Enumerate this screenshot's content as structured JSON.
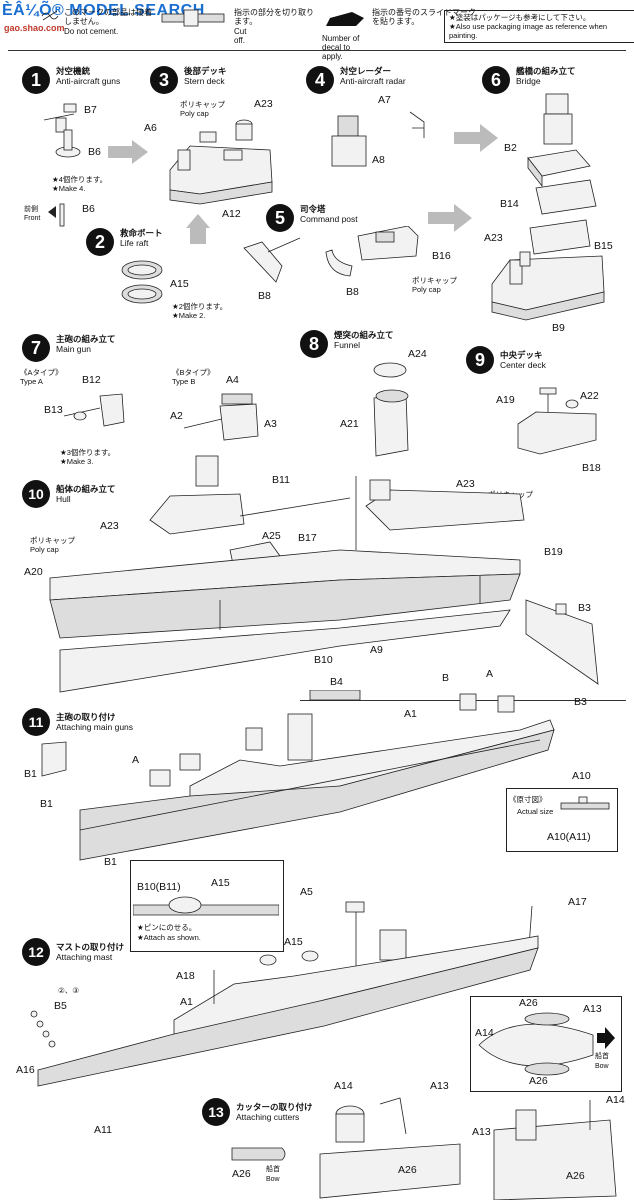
{
  "watermark": {
    "brand": "ÈÂ¼Õ® MODEL SEARCH",
    "site": "gao.shao.com"
  },
  "legend": [
    {
      "jp": "このマークの部品は接着しません。",
      "en": "Do not cement."
    },
    {
      "jp": "指示の部分を切り取ります。",
      "en": "Cut off."
    },
    {
      "jp": "指示の番号のスライドマークを貼ります。",
      "en": "Number of decal to apply."
    }
  ],
  "note": {
    "jp": "★塗装はパッケージも参考にして下さい。",
    "en": "★Also use packaging image as reference when painting."
  },
  "steps": [
    {
      "num": "1",
      "jp": "対空機銃",
      "en": "Anti-aircraft guns"
    },
    {
      "num": "2",
      "jp": "救命ボート",
      "en": "Life raft"
    },
    {
      "num": "3",
      "jp": "後部デッキ",
      "en": "Stern deck"
    },
    {
      "num": "4",
      "jp": "対空レーダー",
      "en": "Anti-aircraft radar"
    },
    {
      "num": "5",
      "jp": "司令塔",
      "en": "Command post"
    },
    {
      "num": "6",
      "jp": "艦橋の組み立て",
      "en": "Bridge"
    },
    {
      "num": "7",
      "jp": "主砲の組み立て",
      "en": "Main gun"
    },
    {
      "num": "8",
      "jp": "煙突の組み立て",
      "en": "Funnel"
    },
    {
      "num": "9",
      "jp": "中央デッキ",
      "en": "Center deck"
    },
    {
      "num": "10",
      "jp": "船体の組み立て",
      "en": "Hull"
    },
    {
      "num": "11",
      "jp": "主砲の取り付け",
      "en": "Attaching main guns"
    },
    {
      "num": "12",
      "jp": "マストの取り付け",
      "en": "Attaching mast"
    },
    {
      "num": "13",
      "jp": "カッターの取り付け",
      "en": "Attaching cutters"
    }
  ],
  "notes": {
    "make4": "★4個作ります。",
    "make4_en": "★Make 4.",
    "make2": "★2個作ります。",
    "make2_en": "★Make 2.",
    "make3": "★3個作ります。",
    "make3_en": "★Make 3.",
    "front_jp": "前側",
    "front_en": "Front",
    "polycap_jp": "ポリキャップ",
    "polycap_en": "Poly cap",
    "typeA_jp": "《Aタイプ》",
    "typeA_en": "Type A",
    "typeB_jp": "《Bタイプ》",
    "typeB_en": "Type B",
    "actual_jp": "《原寸図》",
    "actual_en": "Actual size",
    "attach_jp": "★ピンにのせる。",
    "attach_en": "★Attach as shown.",
    "bow_jp": "船首",
    "bow_en": "Bow",
    "decals": "②、③"
  },
  "parts": {
    "B7": "B7",
    "B6": "B6",
    "A15": "A15",
    "A6": "A6",
    "A23": "A23",
    "A12": "A12",
    "A7": "A7",
    "A8": "A8",
    "B16": "B16",
    "B8": "B8",
    "B2": "B2",
    "B14": "B14",
    "B15": "B15",
    "B9": "B9",
    "B12": "B12",
    "B13": "B13",
    "A4": "A4",
    "A2": "A2",
    "A3": "A3",
    "A24": "A24",
    "A21": "A21",
    "A19": "A19",
    "A22": "A22",
    "B18": "B18",
    "B11": "B11",
    "A25": "A25",
    "B17": "B17",
    "A20": "A20",
    "B19": "B19",
    "B10": "B10",
    "A9": "A9",
    "B3": "B3",
    "B4": "B4",
    "A1": "A1",
    "A": "A",
    "B": "B",
    "B1": "B1",
    "A10": "A10",
    "A10A11": "A10(A11)",
    "A5": "A5",
    "A17": "A17",
    "B10B11": "B10(B11)",
    "A18": "A18",
    "B5": "B5",
    "A16": "A16",
    "A11": "A11",
    "A13": "A13",
    "A14": "A14",
    "A26": "A26"
  }
}
